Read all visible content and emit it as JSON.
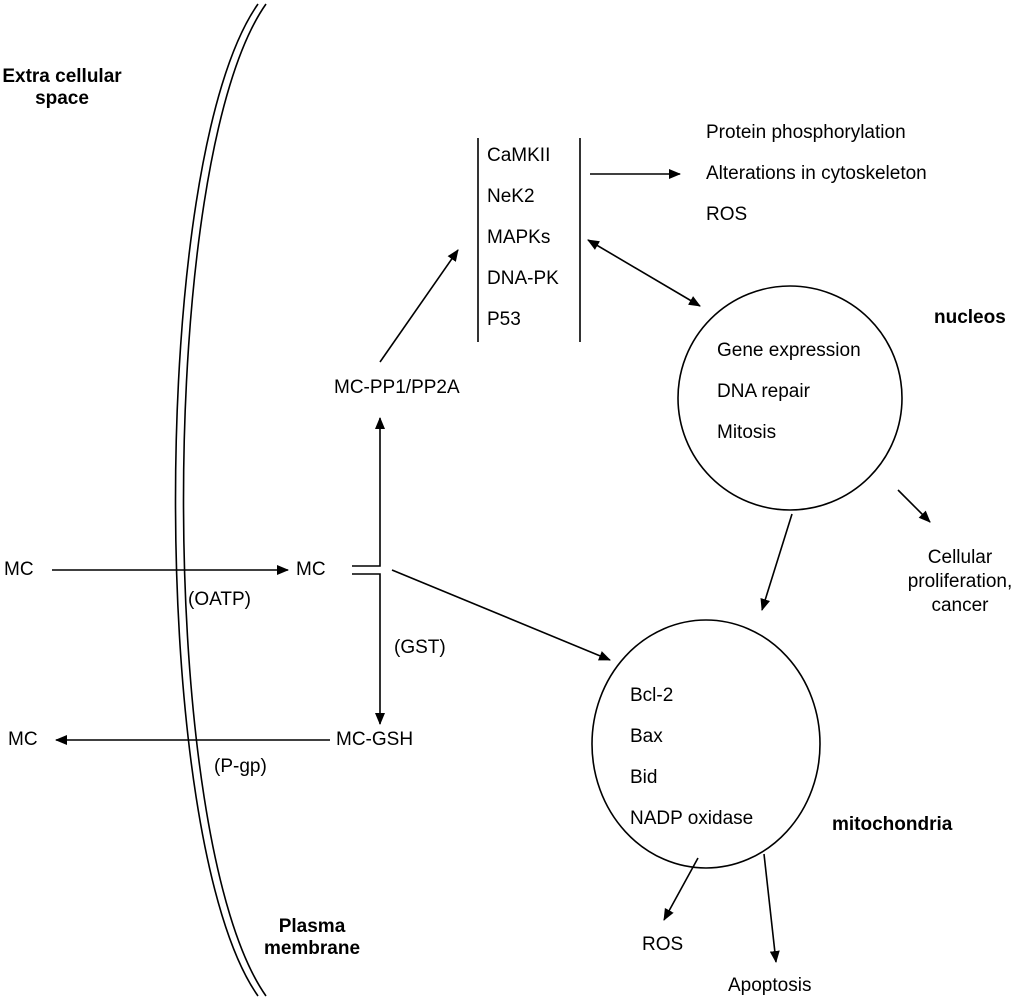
{
  "regions": {
    "extracellular": "Extra cellular\nspace",
    "membrane": "Plasma\nmembrane"
  },
  "nodes": {
    "mc_outside_in": "MC",
    "mc_inside": "MC",
    "mc_outside_out": "MC",
    "mc_pp": "MC-PP1/PP2A",
    "mc_gsh": "MC-GSH"
  },
  "transporters": {
    "oatp": "(OATP)",
    "pgp": "(P-gp)",
    "gst": "(GST)"
  },
  "kinases": [
    "CaMKII",
    "NeK2",
    "MAPKs",
    "DNA-PK",
    "P53"
  ],
  "effects": [
    "Protein phosphorylation",
    "Alterations in cytoskeleton",
    "ROS"
  ],
  "nucleus": {
    "title": "nucleos",
    "items": [
      "Gene expression",
      "DNA repair",
      "Mitosis"
    ]
  },
  "proliferation": "Cellular\nproliferation,\ncancer",
  "mitochondria": {
    "title": "mitochondria",
    "items": [
      "Bcl-2",
      "Bax",
      "Bid",
      "NADP oxidase"
    ]
  },
  "outputs": {
    "ros": "ROS",
    "apoptosis": "Apoptosis"
  }
}
